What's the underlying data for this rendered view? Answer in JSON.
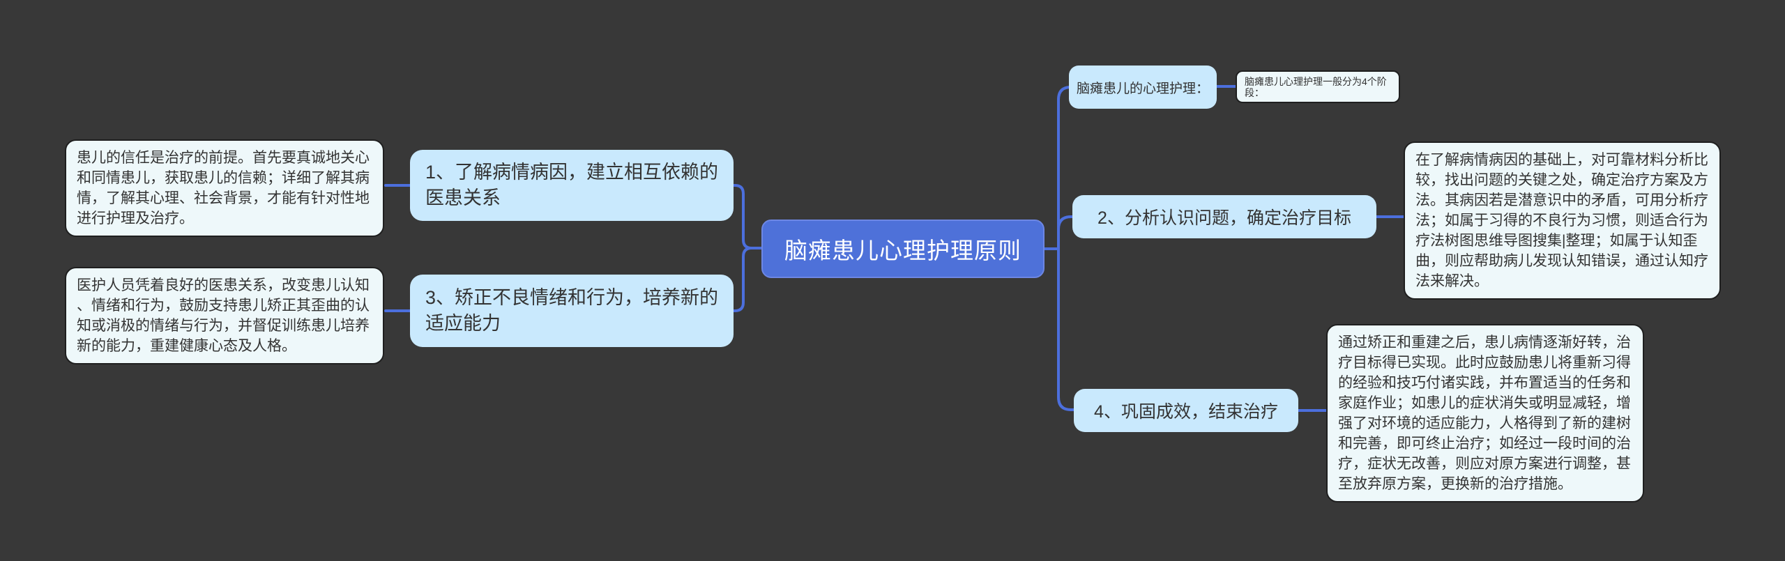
{
  "colors": {
    "background": "#383838",
    "connector": "#4c6fdd",
    "root_fill": "#4e71d9",
    "root_text": "#ffffff",
    "branch_fill": "#c9e9fd",
    "note_fill": "#eef8fa",
    "note_border": "#1f1f1f",
    "note_text": "#333333"
  },
  "mindmap": {
    "root": {
      "label": "脑瘫患儿心理护理原则"
    },
    "left_branches": [
      {
        "label": "1、了解病情病因，建立相互依赖的医患关系",
        "note": "患儿的信任是治疗的前提。首先要真诚地关心和同情患儿，获取患儿的信赖；详细了解其病情，了解其心理、社会背景，才能有针对性地进行护理及治疗。"
      },
      {
        "label": "3、矫正不良情绪和行为，培养新的适应能力",
        "note": "医护人员凭着良好的医患关系，改变患儿认知、情绪和行为，鼓励支持患儿矫正其歪曲的认知或消极的情绪与行为，并督促训练患儿培养新的能力，重建健康心态及人格。"
      }
    ],
    "right_branches": [
      {
        "label": "脑瘫患儿的心理护理：",
        "note": "脑瘫患儿心理护理一般分为4个阶段："
      },
      {
        "label": "2、分析认识问题，确定治疗目标",
        "note": "在了解病情病因的基础上，对可靠材料分析比较，找出问题的关键之处，确定治疗方案及方法。其病因若是潜意识中的矛盾，可用分析疗法；如属于习得的不良行为习惯，则适合行为疗法树图思维导图搜集|整理；如属于认知歪曲，则应帮助病儿发现认知错误，通过认知疗法来解决。"
      },
      {
        "label": "4、巩固成效，结束治疗",
        "note": "通过矫正和重建之后，患儿病情逐渐好转，治疗目标得已实现。此时应鼓励患儿将重新习得的经验和技巧付诸实践，并布置适当的任务和家庭作业；如患儿的症状消失或明显减轻，增强了对环境的适应能力，人格得到了新的建树和完善，即可终止治疗；如经过一段时间的治疗，症状无改善，则应对原方案进行调整，甚至放弃原方案，更换新的治疗措施。"
      }
    ]
  }
}
